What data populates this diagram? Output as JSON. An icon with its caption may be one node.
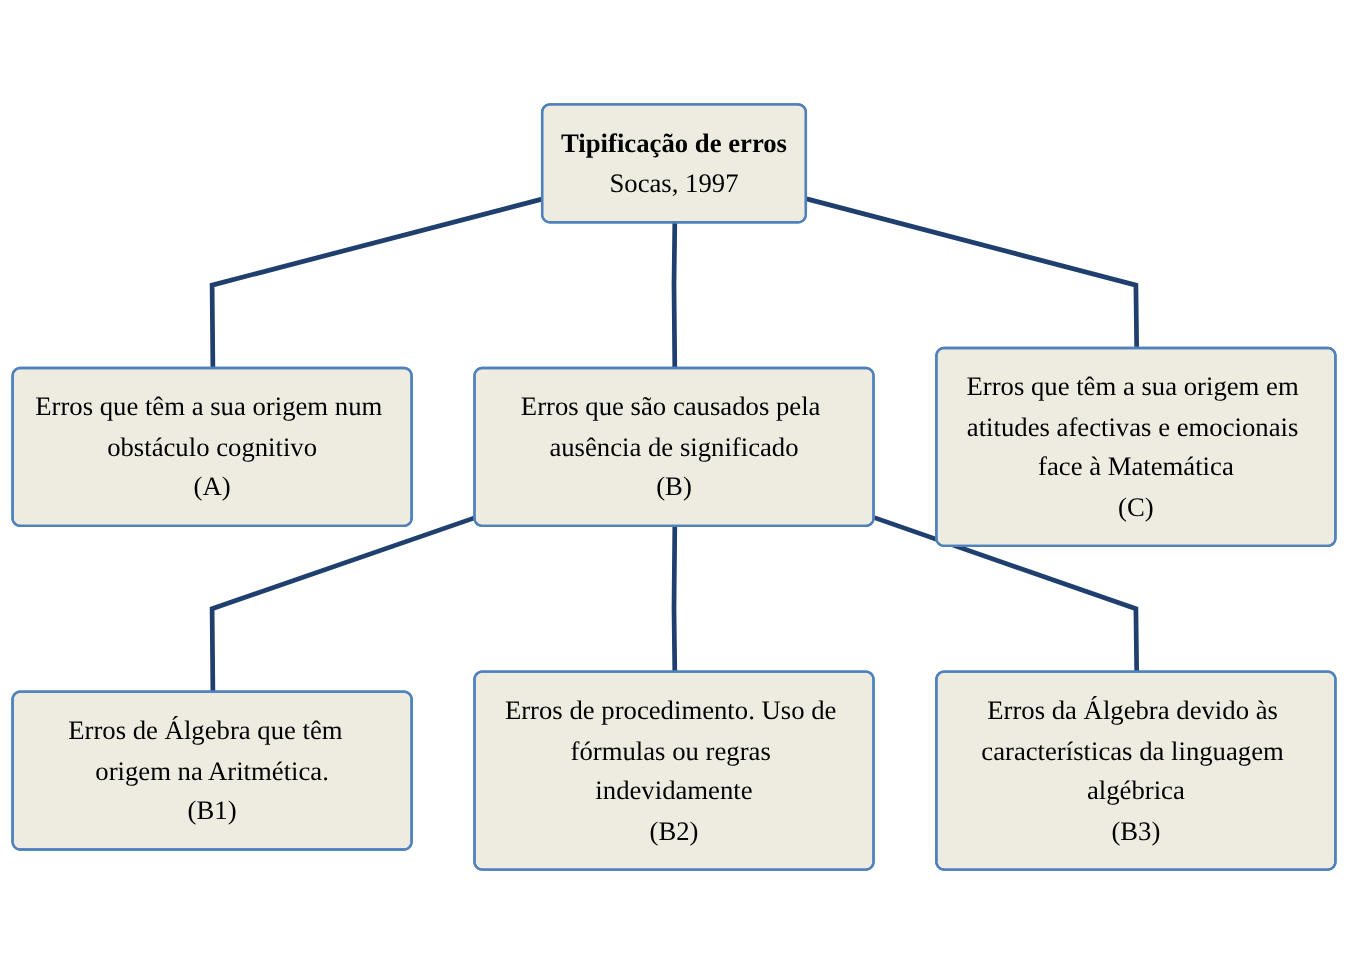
{
  "diagram": {
    "nodes": [
      {
        "text": [
          "Tipificação de erros",
          "Socas, 1997"
        ]
      },
      {
        "text": [
          "Erros que têm a sua origem num obstáculo cognitivo",
          "(A)"
        ]
      },
      {
        "text": [
          "Erros que são causados pela ausência de significado",
          "(B)"
        ]
      },
      {
        "text": [
          "Erros que têm a sua origem em atitudes afectivas e emocionais face à Matemática",
          "(C)"
        ]
      },
      {
        "text": [
          "Erros de Álgebra que têm  origem na Aritmética.",
          "(B1)"
        ]
      },
      {
        "text": [
          "Erros de procedimento. Uso de fórmulas ou regras indevidamente",
          "(B2)"
        ]
      },
      {
        "text": [
          "Erros da Álgebra devido às características da linguagem algébrica",
          "(B3)"
        ]
      }
    ],
    "edges": [
      {
        "from": 0,
        "to": 1,
        "arrow": "none"
      },
      {
        "from": 0,
        "to": 2,
        "arrow": "none"
      },
      {
        "from": 0,
        "to": 3,
        "arrow": "none"
      },
      {
        "from": 2,
        "to": 4,
        "arrow": "none"
      },
      {
        "from": 2,
        "to": 5,
        "arrow": "none"
      },
      {
        "from": 2,
        "to": 6,
        "arrow": "none"
      }
    ]
  }
}
